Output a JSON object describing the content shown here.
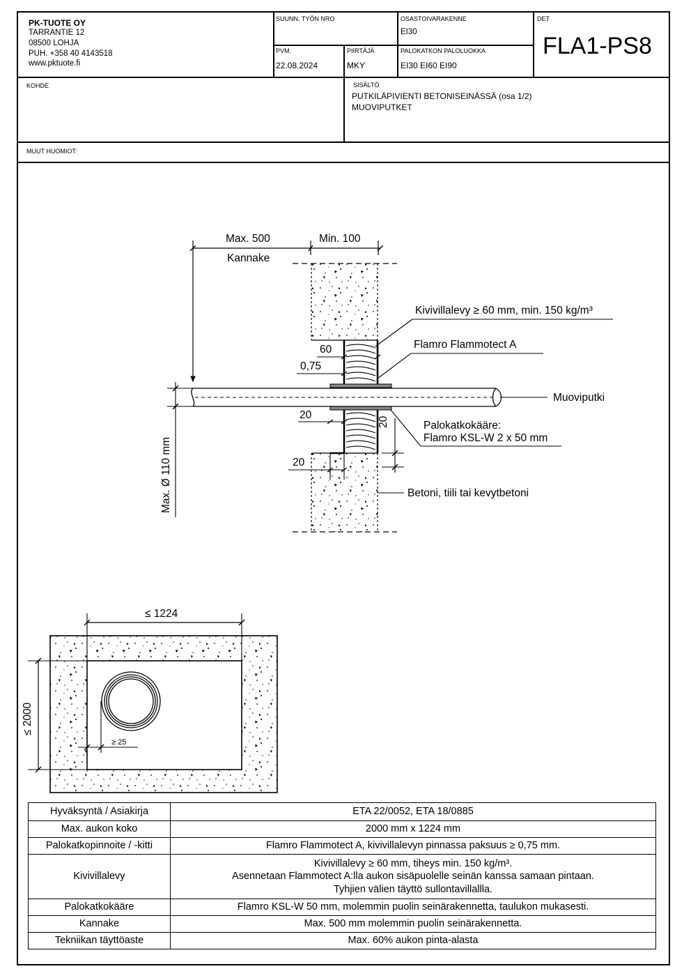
{
  "company": {
    "name": "PK-TUOTE OY",
    "street": "TARRANTIE 12",
    "city": "08500 LOHJA",
    "phone": "PUH. +358 40 4143518",
    "web": "www.pktuote.fi"
  },
  "header": {
    "work_no_label": "SUUNN. TYÖN NRO",
    "work_no_value": "",
    "structure_label": "OSASTOIVARAKENNE",
    "structure_value": "EI30",
    "det_label": "DET",
    "det_value": "FLA1-PS8",
    "date_label": "PVM.",
    "date_value": "22.08.2024",
    "drawer_label": "PIIRTÄJÄ",
    "drawer_value": "MKY",
    "class_label": "PALOKATKON PALOLUOKKA",
    "class_value": "EI30 EI60 EI90",
    "target_label": "KOHDE",
    "content_label": "SISÄLTÖ",
    "content_line1": "PUTKILÄPIVIENTI BETONISEINÄSSÄ (osa 1/2)",
    "content_line2": "MUOVIPUTKET",
    "notes_label": "MUUT HUOMIOT:"
  },
  "section_drawing": {
    "max500": "Max. 500",
    "min100": "Min. 100",
    "kannake": "Kannake",
    "kivivilla": "Kivivillalevy ≥ 60 mm, min. 150 kg/m³",
    "flammotect": "Flamro Flammotect A",
    "dim60": "60",
    "dim075": "0,75",
    "muoviputki": "Muoviputki",
    "dim20a": "20",
    "kaare_line1": "Palokatkokääre:",
    "kaare_line2": "Flamro KSL-W 2 x 50 mm",
    "dim20b": "20",
    "dim20c": "20",
    "max110": "Max. Ø 110 mm",
    "betoni": "Betoni, tiili tai kevytbetoni"
  },
  "elevation_drawing": {
    "width": "≤ 1224",
    "height": "≤ 2000",
    "gap": "≥ 25"
  },
  "spec_table": [
    {
      "key": "Hyväksyntä / Asiakirja",
      "lines": [
        "ETA 22/0052, ETA 18/0885"
      ]
    },
    {
      "key": "Max. aukon koko",
      "lines": [
        "2000 mm x 1224 mm"
      ]
    },
    {
      "key": "Palokatkopinnoite / -kitti",
      "lines": [
        "Flamro Flammotect A, kivivillalevyn pinnassa paksuus ≥ 0,75 mm."
      ]
    },
    {
      "key": "Kivivillalevy",
      "lines": [
        "Kivivillalevy ≥ 60 mm, tiheys min. 150 kg/m³.",
        "Asennetaan Flammotect A:lla aukon sisäpuolelle seinän kanssa samaan pintaan.",
        "Tyhjien välien täyttö sullontavillallla."
      ]
    },
    {
      "key": "Palokatkokääre",
      "lines": [
        "Flamro KSL-W 50 mm, molemmin puolin seinärakennetta, taulukon mukasesti."
      ]
    },
    {
      "key": "Kannake",
      "lines": [
        "Max. 500 mm molemmin puolin seinärakennetta."
      ]
    },
    {
      "key": "Tekniikan täyttöaste",
      "lines": [
        "Max. 60% aukon pinta-alasta"
      ]
    }
  ]
}
